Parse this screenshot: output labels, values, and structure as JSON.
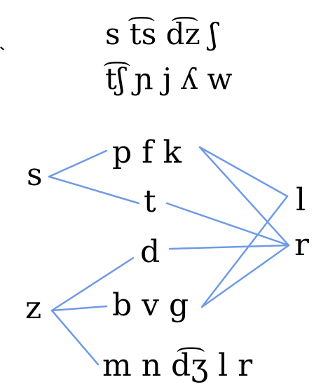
{
  "header": {
    "row1": "s t͡s d͡z ʃ",
    "row2": "t͡ʃ ɲ j ʎ w"
  },
  "nodes": {
    "left_s": "s",
    "left_z": "z",
    "mid_pfk": "p f k",
    "mid_t": "t",
    "mid_d": "d",
    "mid_bvg": "b v g",
    "mid_last": "m n d͡ʒ l r",
    "right_l": "l",
    "right_r": "r"
  },
  "edges": [
    {
      "from": "left_s",
      "to": "mid_pfk"
    },
    {
      "from": "left_s",
      "to": "mid_t"
    },
    {
      "from": "left_z",
      "to": "mid_d"
    },
    {
      "from": "left_z",
      "to": "mid_bvg"
    },
    {
      "from": "left_z",
      "to": "mid_last"
    },
    {
      "from": "mid_pfk",
      "to": "right_l"
    },
    {
      "from": "mid_pfk",
      "to": "right_r"
    },
    {
      "from": "mid_t",
      "to": "right_r"
    },
    {
      "from": "mid_d",
      "to": "right_r"
    },
    {
      "from": "mid_bvg",
      "to": "right_l"
    },
    {
      "from": "mid_bvg",
      "to": "right_r"
    }
  ],
  "colors": {
    "edge": "#6f9ae6",
    "text": "#000000"
  }
}
